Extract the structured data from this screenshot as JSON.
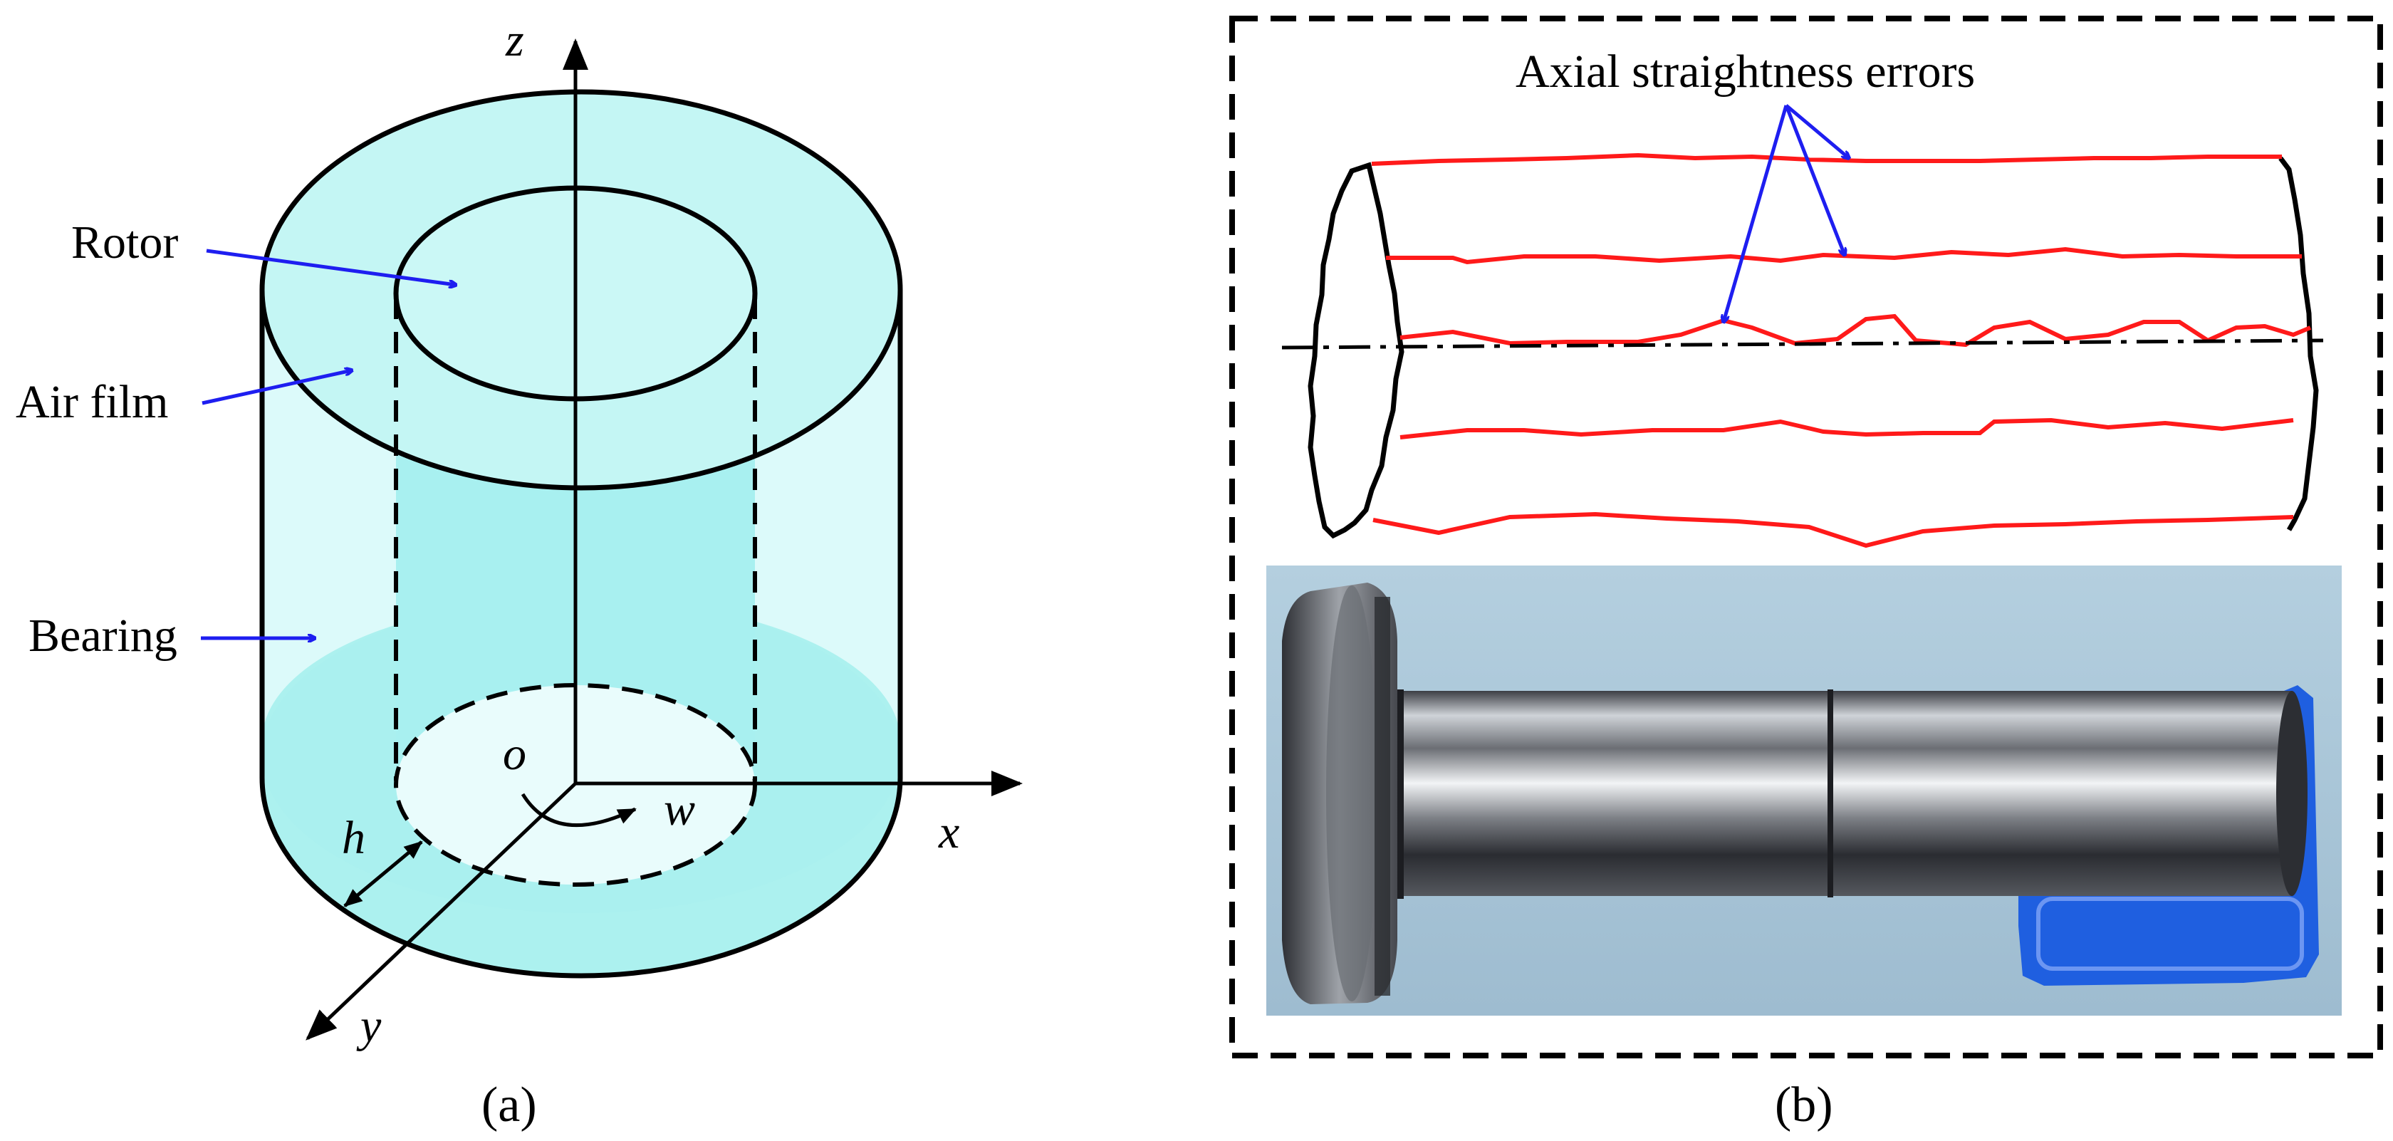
{
  "panel_a": {
    "caption": "(a)",
    "labels": {
      "rotor": "Rotor",
      "air_film": "Air film",
      "bearing": "Bearing"
    },
    "axes": {
      "x": "x",
      "y": "y",
      "z": "z",
      "origin": "o",
      "rotation": "w",
      "gap": "h"
    },
    "colors": {
      "fill_light": "#dcfafa",
      "fill_mid": "#bff5f3",
      "fill_dark": "#98ebea",
      "arrow": "#1e1ef0",
      "outline": "#000000"
    }
  },
  "panel_b": {
    "caption": "(b)",
    "annotation": "Axial straightness errors",
    "colors": {
      "profile_line": "#ff1a1a",
      "arrow": "#1e1ef0",
      "photo_bg": "#a8c5d8",
      "fixture": "#1f5fe0"
    }
  }
}
